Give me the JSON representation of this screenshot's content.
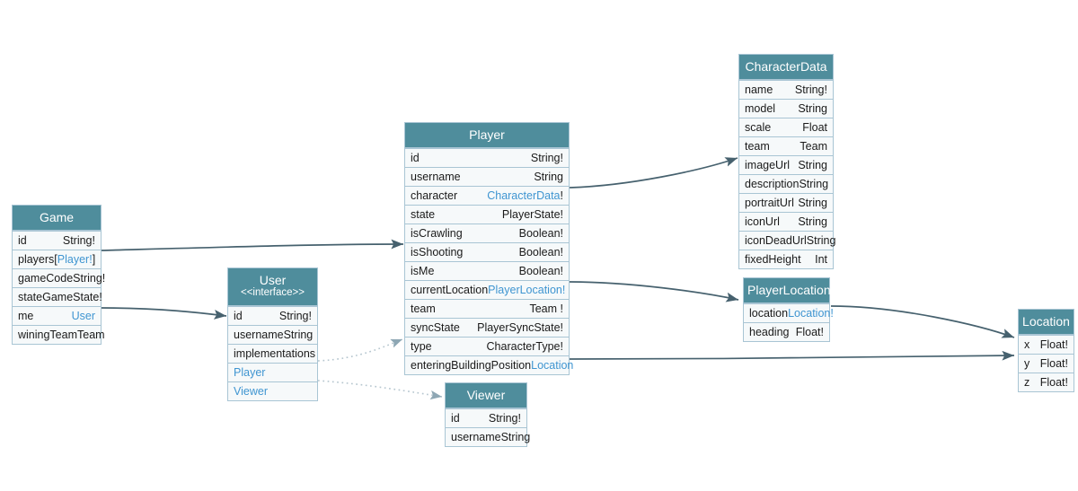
{
  "colors": {
    "header_bg": "#4f8d9c",
    "header_text": "#ffffff",
    "row_bg": "#f6f9fa",
    "border": "#a9c5d4",
    "link_text": "#3f95d1",
    "plain_text": "#1a1a1a",
    "connector": "#46616e",
    "dotted_connector": "#b6c6cf"
  },
  "entities": {
    "game": {
      "title": "Game",
      "fields": [
        {
          "name": "id",
          "type": "String!",
          "link": false
        },
        {
          "name": "players",
          "type": "[Player!]",
          "link": true,
          "bracketed": true,
          "inner": "Player!"
        },
        {
          "name": "gameCode",
          "type": "String!",
          "link": false
        },
        {
          "name": "state",
          "type": "GameState!",
          "link": false
        },
        {
          "name": "me",
          "type": "User",
          "link": true
        },
        {
          "name": "winingTeam",
          "type": "Team",
          "link": false
        }
      ]
    },
    "user": {
      "title": "User",
      "subtitle": "<<interface>>",
      "fields": [
        {
          "name": "id",
          "type": "String!",
          "link": false
        },
        {
          "name": "username",
          "type": "String",
          "link": false
        }
      ],
      "implementations_label": "implementations",
      "implementations": [
        "Player",
        "Viewer"
      ]
    },
    "player": {
      "title": "Player",
      "fields": [
        {
          "name": "id",
          "type": "String!",
          "link": false
        },
        {
          "name": "username",
          "type": "String",
          "link": false
        },
        {
          "name": "character",
          "type": "CharacterData!",
          "link": true,
          "inner": "CharacterData",
          "suffix": "!"
        },
        {
          "name": "state",
          "type": "PlayerState!",
          "link": false
        },
        {
          "name": "isCrawling",
          "type": "Boolean!",
          "link": false
        },
        {
          "name": "isShooting",
          "type": "Boolean!",
          "link": false
        },
        {
          "name": "isMe",
          "type": "Boolean!",
          "link": false
        },
        {
          "name": "currentLocation",
          "type": "PlayerLocation!",
          "link": true,
          "inner": "PlayerLocation",
          "suffix": "!"
        },
        {
          "name": "team",
          "type": "Team !",
          "link": false
        },
        {
          "name": "syncState",
          "type": "PlayerSyncState!",
          "link": false
        },
        {
          "name": "type",
          "type": "CharacterType!",
          "link": false
        },
        {
          "name": "enteringBuildingPosition",
          "type": "Location",
          "link": true
        }
      ]
    },
    "viewer": {
      "title": "Viewer",
      "fields": [
        {
          "name": "id",
          "type": "String!",
          "link": false
        },
        {
          "name": "username",
          "type": "String",
          "link": false
        }
      ]
    },
    "character_data": {
      "title": "CharacterData",
      "fields": [
        {
          "name": "name",
          "type": "String!",
          "link": false
        },
        {
          "name": "model",
          "type": "String",
          "link": false
        },
        {
          "name": "scale",
          "type": "Float",
          "link": false
        },
        {
          "name": "team",
          "type": "Team",
          "link": false
        },
        {
          "name": "imageUrl",
          "type": "String",
          "link": false
        },
        {
          "name": "description",
          "type": "String",
          "link": false
        },
        {
          "name": "portraitUrl",
          "type": "String",
          "link": false
        },
        {
          "name": "iconUrl",
          "type": "String",
          "link": false
        },
        {
          "name": "iconDeadUrl",
          "type": "String",
          "link": false
        },
        {
          "name": "fixedHeight",
          "type": "Int",
          "link": false
        }
      ]
    },
    "player_location": {
      "title": "PlayerLocation",
      "fields": [
        {
          "name": "location",
          "type": "Location!",
          "link": true
        },
        {
          "name": "heading",
          "type": "Float!",
          "link": false
        }
      ]
    },
    "location": {
      "title": "Location",
      "fields": [
        {
          "name": "x",
          "type": "Float!",
          "link": false
        },
        {
          "name": "y",
          "type": "Float!",
          "link": false
        },
        {
          "name": "z",
          "type": "Float!",
          "link": false
        }
      ]
    }
  },
  "connections": [
    {
      "from": "Game.players",
      "to": "Player",
      "style": "solid",
      "arrow": true
    },
    {
      "from": "Game.me",
      "to": "User",
      "style": "solid",
      "arrow": true
    },
    {
      "from": "Player.character",
      "to": "CharacterData",
      "style": "solid",
      "arrow": true
    },
    {
      "from": "Player.currentLocation",
      "to": "PlayerLocation",
      "style": "solid",
      "arrow": true
    },
    {
      "from": "Player.enteringBuildingPosition",
      "to": "Location",
      "style": "solid",
      "arrow": true
    },
    {
      "from": "PlayerLocation.location",
      "to": "Location",
      "style": "solid",
      "arrow": true
    },
    {
      "from": "User.Player",
      "to": "Player",
      "style": "dotted",
      "arrow": true
    },
    {
      "from": "User.Viewer",
      "to": "Viewer",
      "style": "dotted",
      "arrow": true
    }
  ]
}
